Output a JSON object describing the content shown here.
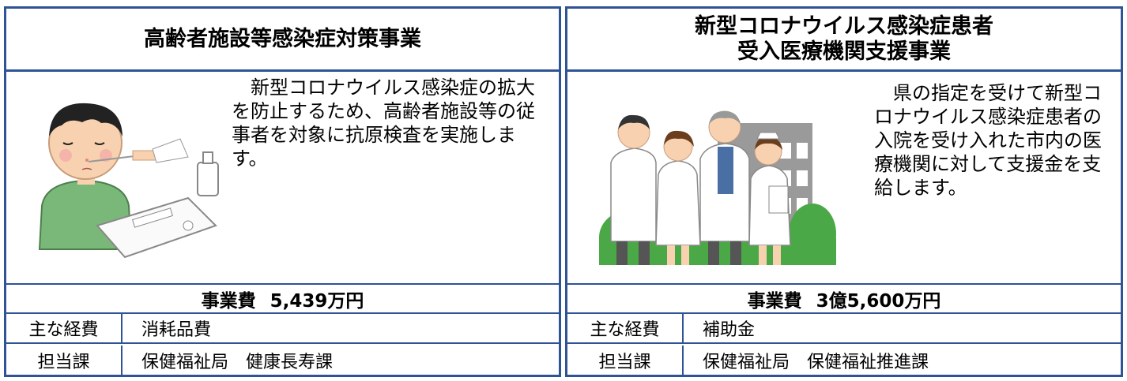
{
  "left": {
    "title": "高齢者施設等感染症対策事業",
    "description": "　新型コロナウイルス感染症の拡大を防止するため、高齢者施設等の従事者を対象に抗原検査を実施します。",
    "cost_label": "事業費",
    "cost_value": "5,439万円",
    "rows": [
      {
        "key": "主な経費",
        "value": "消耗品費"
      },
      {
        "key": "担当課",
        "value": "保健福祉局　健康長寿課"
      }
    ]
  },
  "right": {
    "title_line1": "新型コロナウイルス感染症患者",
    "title_line2": "受入医療機関支援事業",
    "description": "　県の指定を受けて新型コロナウイルス感染症患者の入院を受け入れた市内の医療機関に対して支援金を支給します。",
    "cost_label": "事業費",
    "cost_value": "3億5,600万円",
    "rows": [
      {
        "key": "主な経費",
        "value": "補助金"
      },
      {
        "key": "担当課",
        "value": "保健福祉局　保健福祉推進課"
      }
    ]
  },
  "colors": {
    "border": "#2e5496",
    "skin": "#f8d2b0",
    "shirt": "#7ab87a",
    "building": "#9a9a9a",
    "tree": "#4aa846"
  },
  "icons": [
    "antigen-test-illustration",
    "medical-staff-illustration"
  ]
}
